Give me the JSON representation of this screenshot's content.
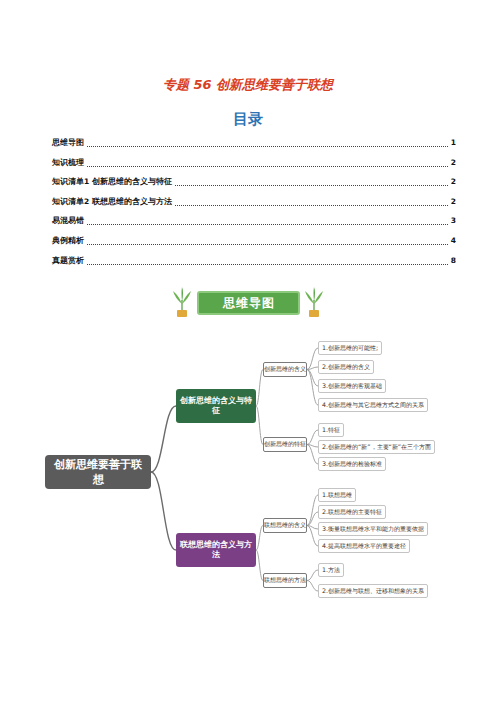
{
  "diagram": {
    "title": "专题 56 创新思维要善于联想",
    "nodes": [
      {
        "text": [
          "思维导图"
        ]
      },
      {
        "text": [
          "创新思维要善于联想"
        ]
      },
      {
        "text": [
          "创新思维的含义与特征"
        ]
      },
      {
        "text": [
          "创新思维的含义"
        ]
      },
      {
        "text": [
          "1.创新思维的可能性;"
        ]
      },
      {
        "text": [
          "2.创新思维的含义"
        ]
      },
      {
        "text": [
          "3.创新思维的客观基础"
        ]
      },
      {
        "text": [
          "4.创新思维与其它思维方式之间的关系"
        ]
      },
      {
        "text": [
          "创新思维的特征"
        ]
      },
      {
        "text": [
          "1.特征"
        ]
      },
      {
        "text": [
          "2.创新思维的“新”，主要“新”在三个方面"
        ]
      },
      {
        "text": [
          "3.创新思维的检验标准"
        ]
      },
      {
        "text": [
          "联想思维的含义与方法"
        ]
      },
      {
        "text": [
          "联想思维的含义"
        ]
      },
      {
        "text": [
          "1.联想思维"
        ]
      },
      {
        "text": [
          "2.联想思维的主要特征"
        ]
      },
      {
        "text": [
          "3.衡量联想思维水平和能力的重要依据"
        ]
      },
      {
        "text": [
          "4.提高联想思维水平的重要途径"
        ]
      },
      {
        "text": [
          "联想思维的方法"
        ]
      },
      {
        "text": [
          "1.方法"
        ]
      },
      {
        "text": [
          "2.创新思维与联想、迁移和想象的关系"
        ]
      }
    ],
    "edges": [
      {
        "from": 1,
        "to": 2,
        "arrow": "none"
      },
      {
        "from": 2,
        "to": 3,
        "arrow": "none"
      },
      {
        "from": 3,
        "to": 4,
        "arrow": "none"
      },
      {
        "from": 3,
        "to": 5,
        "arrow": "none"
      },
      {
        "from": 3,
        "to": 6,
        "arrow": "none"
      },
      {
        "from": 3,
        "to": 7,
        "arrow": "none"
      },
      {
        "from": 2,
        "to": 8,
        "arrow": "none"
      },
      {
        "from": 8,
        "to": 9,
        "arrow": "none"
      },
      {
        "from": 8,
        "to": 10,
        "arrow": "none"
      },
      {
        "from": 8,
        "to": 11,
        "arrow": "none"
      },
      {
        "from": 1,
        "to": 12,
        "arrow": "none"
      },
      {
        "from": 12,
        "to": 13,
        "arrow": "none"
      },
      {
        "from": 13,
        "to": 14,
        "arrow": "none"
      },
      {
        "from": 13,
        "to": 15,
        "arrow": "none"
      },
      {
        "from": 13,
        "to": 16,
        "arrow": "none"
      },
      {
        "from": 13,
        "to": 17,
        "arrow": "none"
      },
      {
        "from": 12,
        "to": 18,
        "arrow": "none"
      },
      {
        "from": 18,
        "to": 19,
        "arrow": "none"
      },
      {
        "from": 18,
        "to": 20,
        "arrow": "none"
      }
    ],
    "labels": [
      "目录",
      "思维导图",
      "1",
      "知识梳理",
      "2",
      "知识清单1 创新思维的含义与特征",
      "2",
      "知识清单2 联想思维的含义与方法",
      "2",
      "易混易错",
      "3",
      "典例精析",
      "4",
      "真题赏析",
      "8"
    ]
  }
}
